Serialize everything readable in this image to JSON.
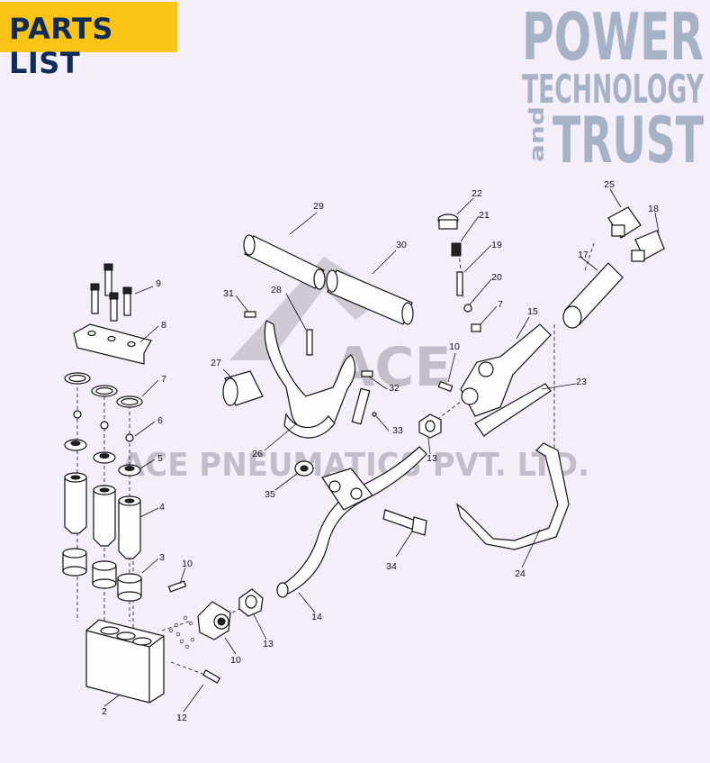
{
  "header": {
    "badge_text": "PARTS LIST",
    "badge_color": "#fcc417",
    "badge_text_color": "#0d2c5c"
  },
  "logo": {
    "line1": "POWER",
    "line2": "TECHNOLOGY",
    "small_word": "and",
    "line3": "TRUST",
    "color": "#a6b2c6"
  },
  "watermark": {
    "brand": "ACE",
    "company": "ACE PNEUMATICS PVT. LTD."
  },
  "callouts": [
    "22",
    "21",
    "19",
    "20",
    "7",
    "25",
    "18",
    "17",
    "15",
    "23",
    "24",
    "29",
    "30",
    "31",
    "28",
    "27",
    "26",
    "32",
    "33",
    "10",
    "13",
    "35",
    "34",
    "14",
    "9",
    "8",
    "7",
    "6",
    "5",
    "4",
    "3",
    "10",
    "13",
    "10",
    "2",
    "12"
  ]
}
